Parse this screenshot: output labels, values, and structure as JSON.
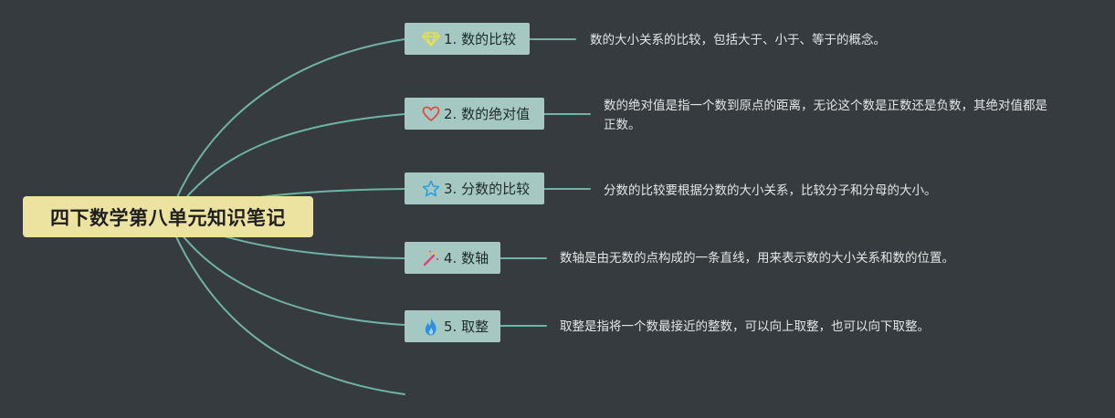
{
  "title": "四下数学第八单元知识笔记",
  "topics": [
    {
      "label": "1. 数的比较",
      "icon": "diamond-icon",
      "color": "#e8e048",
      "note": "数的大小关系的比较，包括大于、小于、等于的概念。"
    },
    {
      "label": "2. 数的绝对值",
      "icon": "heart-icon",
      "color": "#e0483c",
      "note": "数的绝对值是指一个数到原点的距离，无论这个数是正数还是负数，其绝对值都是正数。"
    },
    {
      "label": "3. 分数的比较",
      "icon": "star-icon",
      "color": "#2f9fe0",
      "note": "分数的比较要根据分数的大小关系，比较分子和分母的大小。"
    },
    {
      "label": "4. 数轴",
      "icon": "magic-wand-icon",
      "color": "#e0407a",
      "note": "数轴是由无数的点构成的一条直线，用来表示数的大小关系和数的位置。"
    },
    {
      "label": "5. 取整",
      "icon": "fire-icon",
      "color": "#2f8fe0",
      "note": "取整是指将一个数最接近的整数，可以向上取整，也可以向下取整。"
    }
  ],
  "colors": {
    "background": "#363b3f",
    "connector": "#6fb3a6",
    "root_fill": "#ede3a0",
    "topic_fill": "#a5c8c2"
  }
}
